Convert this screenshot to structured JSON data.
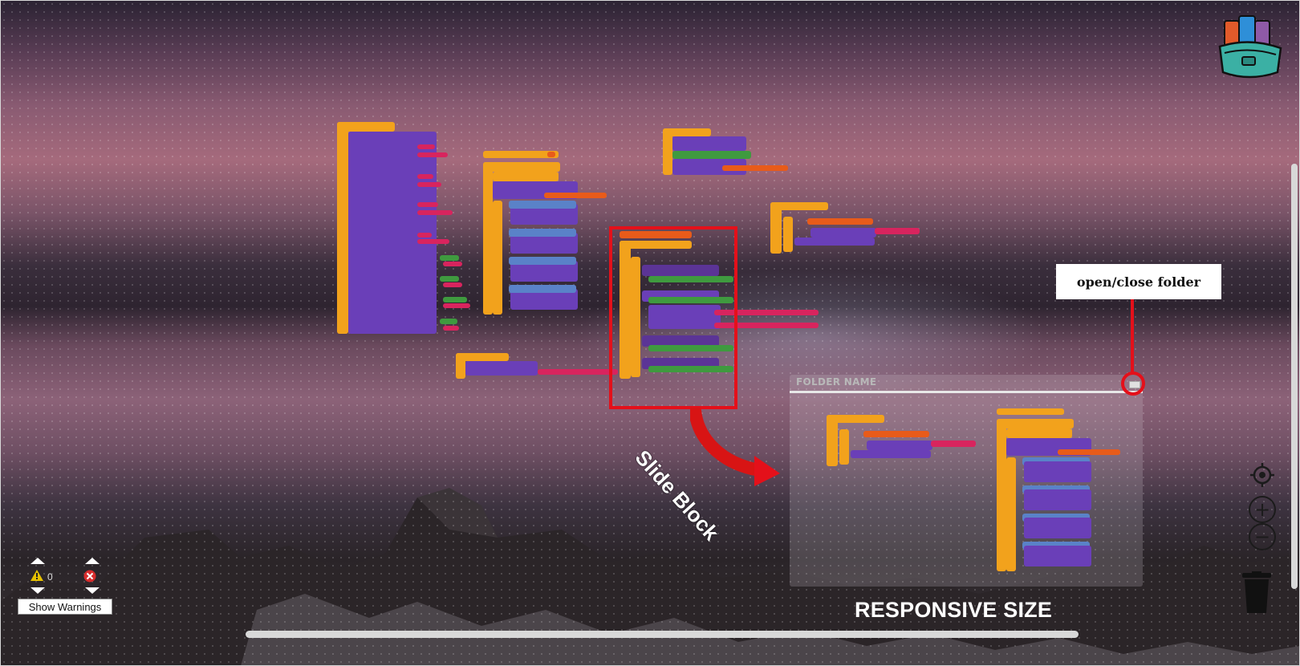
{
  "canvas": {
    "folder": {
      "title": "FOLDER NAME"
    },
    "annotations": {
      "callout_text": "open/close folder",
      "slide_label": "Slide Block",
      "responsive_label": "RESPONSIVE SIZE"
    },
    "colors": {
      "highlight": "#e4101a",
      "event_block": "#f2a21c",
      "call_block": "#6a3fb8",
      "text_block": "#d8245e"
    }
  },
  "warnings": {
    "count": "0",
    "show_button_label": "Show Warnings",
    "warning_icon": "warning-triangle-icon",
    "error_icon": "error-x-icon"
  },
  "workspace_controls": {
    "recenter_icon": "crosshair-icon",
    "zoom_in_icon": "plus-icon",
    "zoom_out_icon": "minus-icon",
    "trash_icon": "trash-icon",
    "backpack_icon": "backpack-icon"
  }
}
